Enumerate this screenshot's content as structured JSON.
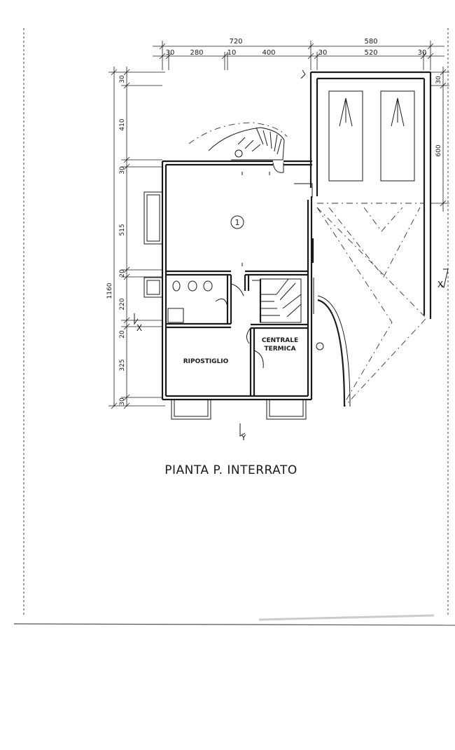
{
  "drawing": {
    "title": "PIANTA P. INTERRATO",
    "room_number": "1",
    "rooms": {
      "storage": "RIPOSTIGLIO",
      "boiler_line1": "CENTRALE",
      "boiler_line2": "TERMICA"
    },
    "section_marks": {
      "x_mark": "X",
      "y_mark": "Y"
    },
    "dimensions_top": {
      "total_left": "720",
      "total_right": "580",
      "left_parts": [
        "30",
        "280",
        "10",
        "400"
      ],
      "right_parts": [
        "30",
        "520",
        "30"
      ]
    },
    "dimensions_left": {
      "total": "1160",
      "parts": [
        "30",
        "410",
        "30",
        "515",
        "20",
        "220",
        "20",
        "325",
        "30"
      ]
    },
    "dimensions_right": {
      "parts": [
        "30",
        "600"
      ]
    }
  }
}
